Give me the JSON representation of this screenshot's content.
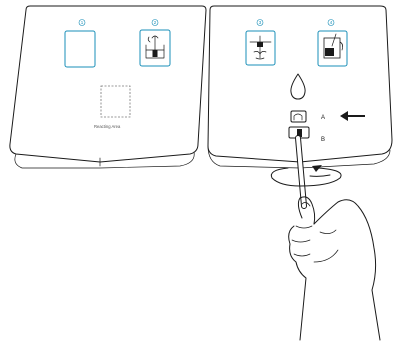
{
  "steps": [
    {
      "number": "1",
      "label": ""
    },
    {
      "number": "2",
      "label": ""
    },
    {
      "number": "3",
      "label": ""
    },
    {
      "number": "4",
      "label": ""
    }
  ],
  "reacting_area_label": "Reacting Area",
  "label_a": "A",
  "label_b": "B",
  "colors": {
    "step_box": "#1a8fb8",
    "line": "#1a1a1a",
    "background": "#ffffff"
  },
  "icons": [
    "water-drop-icon",
    "left-arrow-icon",
    "rotate-arrow-icon",
    "hand-icon",
    "swab-stick-icon"
  ]
}
